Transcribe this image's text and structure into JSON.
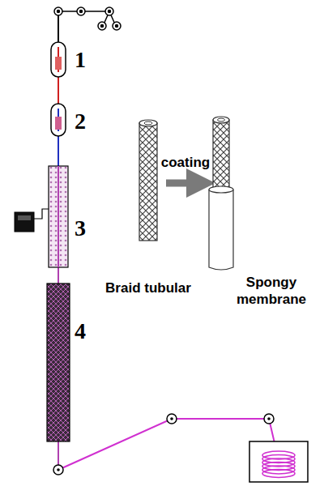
{
  "diagram": {
    "labels": [
      "1",
      "2",
      "3",
      "4",
      "coating",
      "Braid tubular",
      "Spongy membrane"
    ]
  }
}
